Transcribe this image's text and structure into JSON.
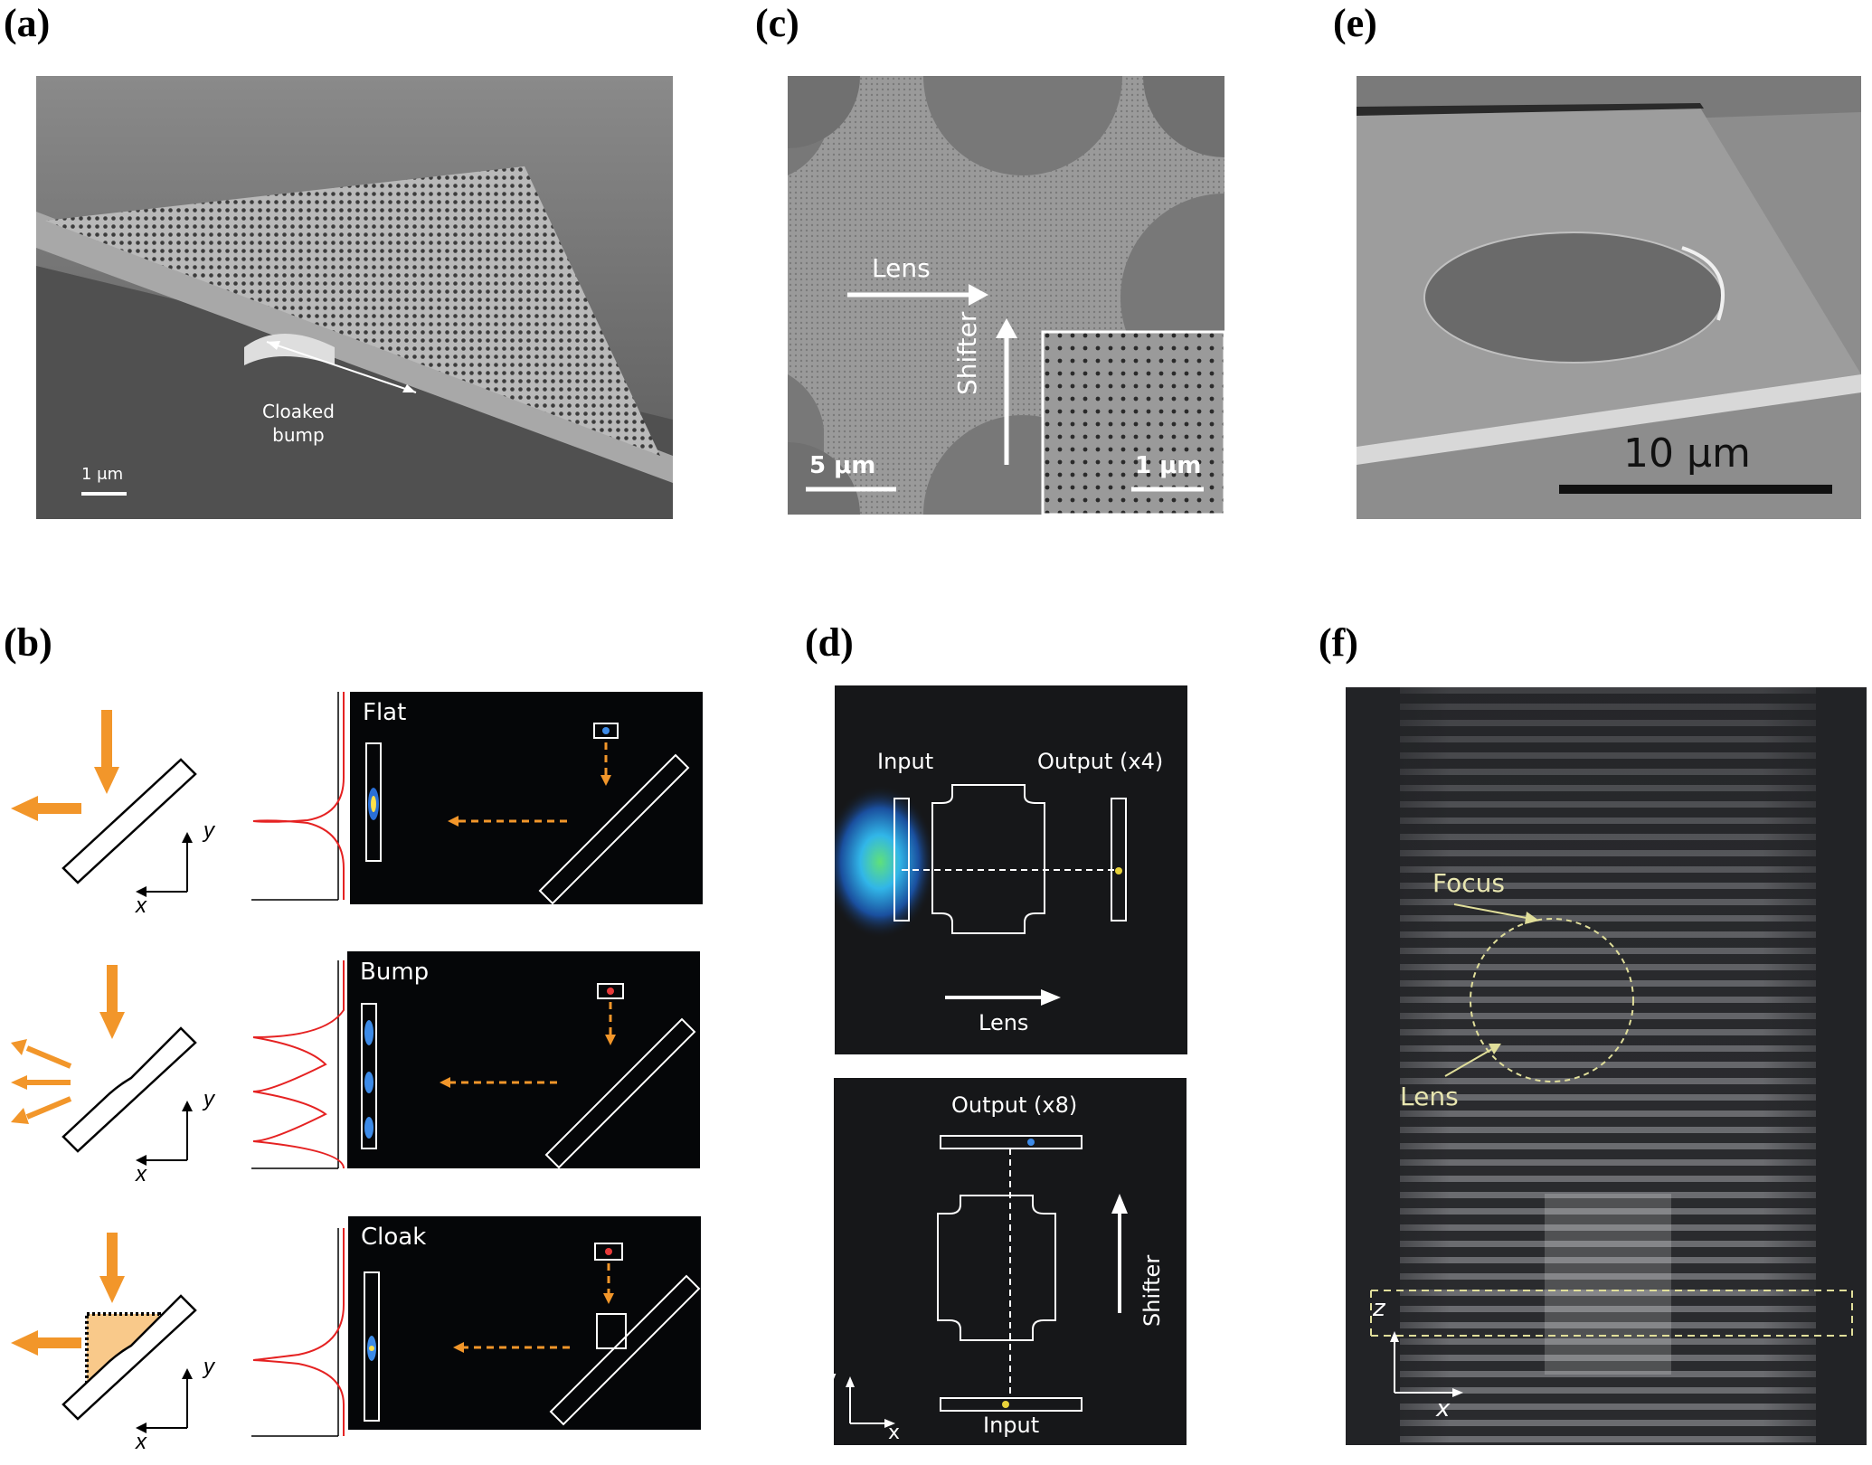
{
  "panels": {
    "a": {
      "label": "(a)",
      "annotation": "Cloaked\nbump",
      "scale": "1 μm"
    },
    "b": {
      "label": "(b)",
      "rows": [
        {
          "tag": "Flat"
        },
        {
          "tag": "Bump"
        },
        {
          "tag": "Cloak"
        }
      ],
      "axis_y": "y",
      "axis_x": "x"
    },
    "c": {
      "label": "(c)",
      "lens": "Lens",
      "shifter": "Shifter",
      "scale_main": "5 μm",
      "scale_inset": "1 μm"
    },
    "d": {
      "label": "(d)",
      "top": {
        "input": "Input",
        "output": "Output (x4)",
        "arrow": "Lens"
      },
      "bottom": {
        "output": "Output (x8)",
        "input": "Input",
        "arrow": "Shifter",
        "axis_y": "y",
        "axis_x": "x"
      }
    },
    "e": {
      "label": "(e)",
      "scale": "10 μm"
    },
    "f": {
      "label": "(f)",
      "focus": "Focus",
      "lens": "Lens",
      "axis_z": "z",
      "axis_x": "x"
    }
  }
}
